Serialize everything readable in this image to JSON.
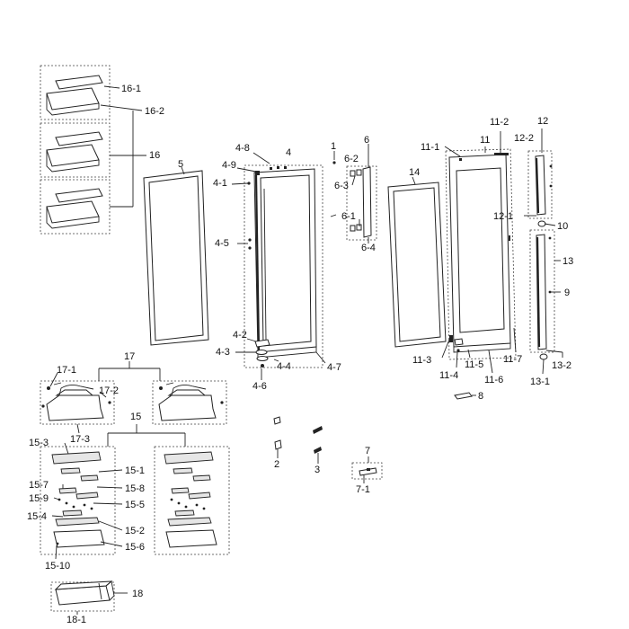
{
  "labels": {
    "l1": "1",
    "l2": "2",
    "l3": "3",
    "l4": "4",
    "l4_1": "4-1",
    "l4_2": "4-2",
    "l4_3": "4-3",
    "l4_4": "4-4",
    "l4_5": "4-5",
    "l4_6": "4-6",
    "l4_7": "4-7",
    "l4_8": "4-8",
    "l4_9": "4-9",
    "l5": "5",
    "l6": "6",
    "l6_1": "6-1",
    "l6_2": "6-2",
    "l6_3": "6-3",
    "l6_4": "6-4",
    "l7": "7",
    "l7_1": "7-1",
    "l8": "8",
    "l9": "9",
    "l10": "10",
    "l11": "11",
    "l11_1": "11-1",
    "l11_2": "11-2",
    "l11_3": "11-3",
    "l11_4": "11-4",
    "l11_5": "11-5",
    "l11_6": "11-6",
    "l11_7": "11-7",
    "l12": "12",
    "l12_1": "12-1",
    "l12_2": "12-2",
    "l13": "13",
    "l13_1": "13-1",
    "l13_2": "13-2",
    "l14": "14",
    "l15": "15",
    "l15_1": "15-1",
    "l15_2": "15-2",
    "l15_3": "15-3",
    "l15_4": "15-4",
    "l15_5": "15-5",
    "l15_6": "15-6",
    "l15_7": "15-7",
    "l15_8": "15-8",
    "l15_9": "15-9",
    "l15_10": "15-10",
    "l16": "16",
    "l16_1": "16-1",
    "l16_2": "16-2",
    "l17": "17",
    "l17_1": "17-1",
    "l17_2": "17-2",
    "l17_3": "17-3",
    "l18": "18",
    "l18_1": "18-1"
  }
}
